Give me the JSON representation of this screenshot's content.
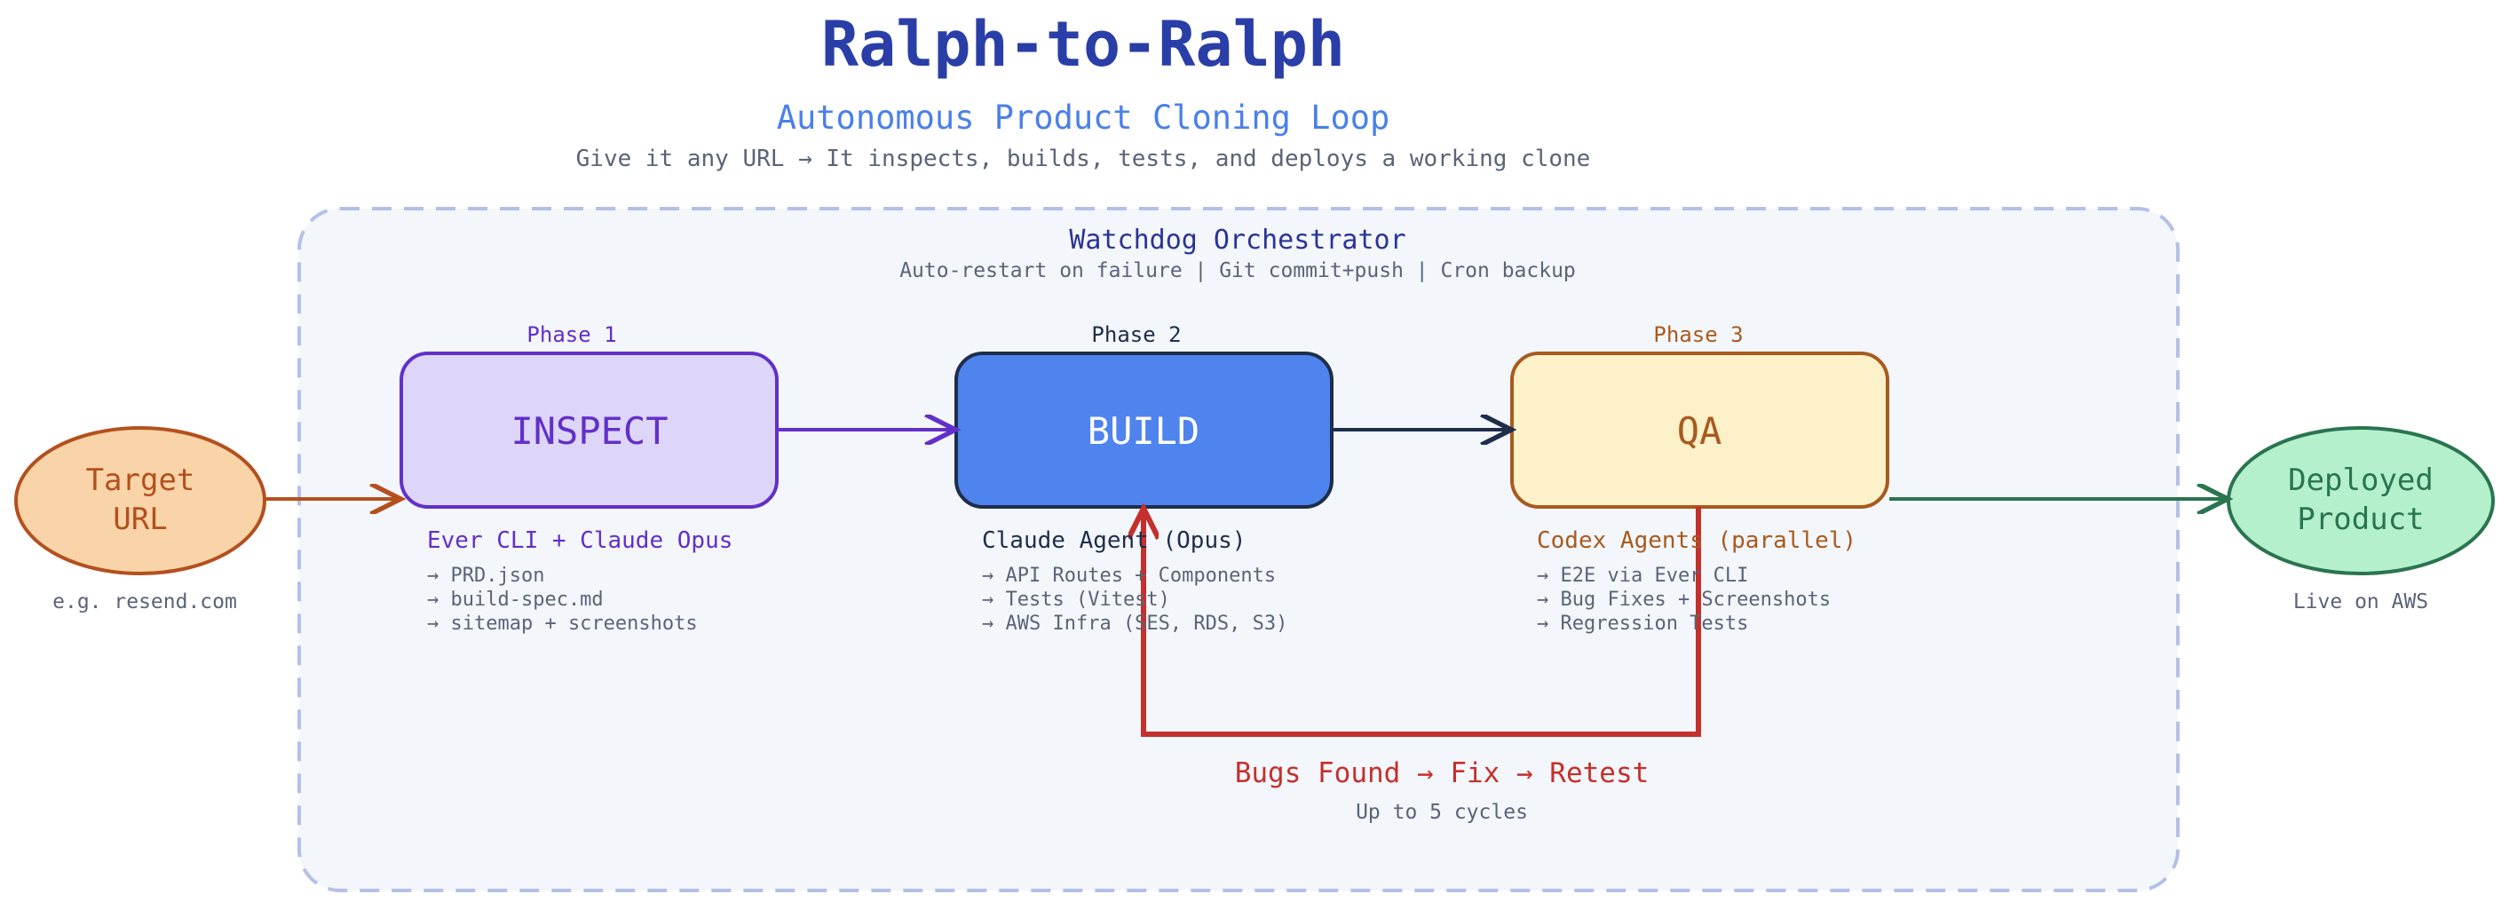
{
  "header": {
    "title": "Ralph-to-Ralph",
    "subtitle": "Autonomous Product Cloning Loop",
    "tagline": "Give it any URL → It inspects, builds, tests, and deploys a working clone"
  },
  "orchestrator": {
    "title": "Watchdog Orchestrator",
    "subtitle": "Auto-restart on failure | Git commit+push | Cron backup"
  },
  "input": {
    "label_line1": "Target",
    "label_line2": "URL",
    "caption": "e.g. resend.com"
  },
  "output": {
    "label_line1": "Deployed",
    "label_line2": "Product",
    "caption": "Live on AWS"
  },
  "phases": [
    {
      "phase_label": "Phase 1",
      "name": "INSPECT",
      "tool": "Ever CLI + Claude Opus",
      "bullets": [
        "→ PRD.json",
        "→ build-spec.md",
        "→ sitemap + screenshots"
      ]
    },
    {
      "phase_label": "Phase 2",
      "name": "BUILD",
      "tool": "Claude Agent (Opus)",
      "bullets": [
        "→ API Routes + Components",
        "→ Tests (Vitest)",
        "→ AWS Infra (SES, RDS, S3)"
      ]
    },
    {
      "phase_label": "Phase 3",
      "name": "QA",
      "tool": "Codex Agents (parallel)",
      "bullets": [
        "→ E2E via Ever CLI",
        "→ Bug Fixes + Screenshots",
        "→ Regression Tests"
      ]
    }
  ],
  "feedback": {
    "label": "Bugs Found → Fix → Retest",
    "caption": "Up to 5 cycles"
  },
  "colors": {
    "title": "#2a3ea8",
    "subtitle": "#4a80ea",
    "tagline": "#5a6478",
    "orchestrator_title": "#2a3494",
    "orchestrator_border": "#b4c0e8",
    "orchestrator_fill": "#f3f6fb",
    "inspect_fill": "#ddd6f8",
    "inspect_stroke": "#6230c8",
    "build_fill": "#4f83ee",
    "build_stroke": "#1e2e4a",
    "qa_fill": "#fcf1c8",
    "qa_stroke": "#a85a1e",
    "input_fill": "#f8d4a8",
    "input_stroke": "#b4501e",
    "output_fill": "#b4f0cc",
    "output_stroke": "#2a7450",
    "feedback": "#c4302c"
  }
}
